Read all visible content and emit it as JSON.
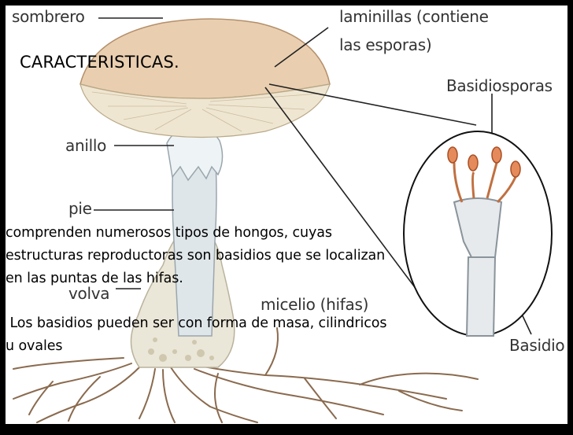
{
  "slide": {
    "title": "CARACTERISTICAS.",
    "body_lines": [
      "comprenden numerosos tipos de hongos, cuyas",
      "estructuras reproductoras son basidios que se localizan",
      "en las puntas de las hifas.",
      " Los basidios pueden ser con forma de masa, cilindricos",
      "u ovales"
    ]
  },
  "diagram": {
    "labels": {
      "sombrero": "sombrero",
      "laminillas_line1": "laminillas (contiene",
      "laminillas_line2": "las esporas)",
      "basidiosporas": "Basidiosporas",
      "anillo": "anillo",
      "pie": "pie",
      "volva": "volva",
      "micelio": "micelio (hifas)",
      "basidio": "Basidio"
    },
    "colors": {
      "cap": "#e9cfb0",
      "gills": "#efe6d2",
      "stem": "#dfe6ea",
      "spores": "#e58a5b",
      "mycelium": "#8a6a4e"
    }
  }
}
